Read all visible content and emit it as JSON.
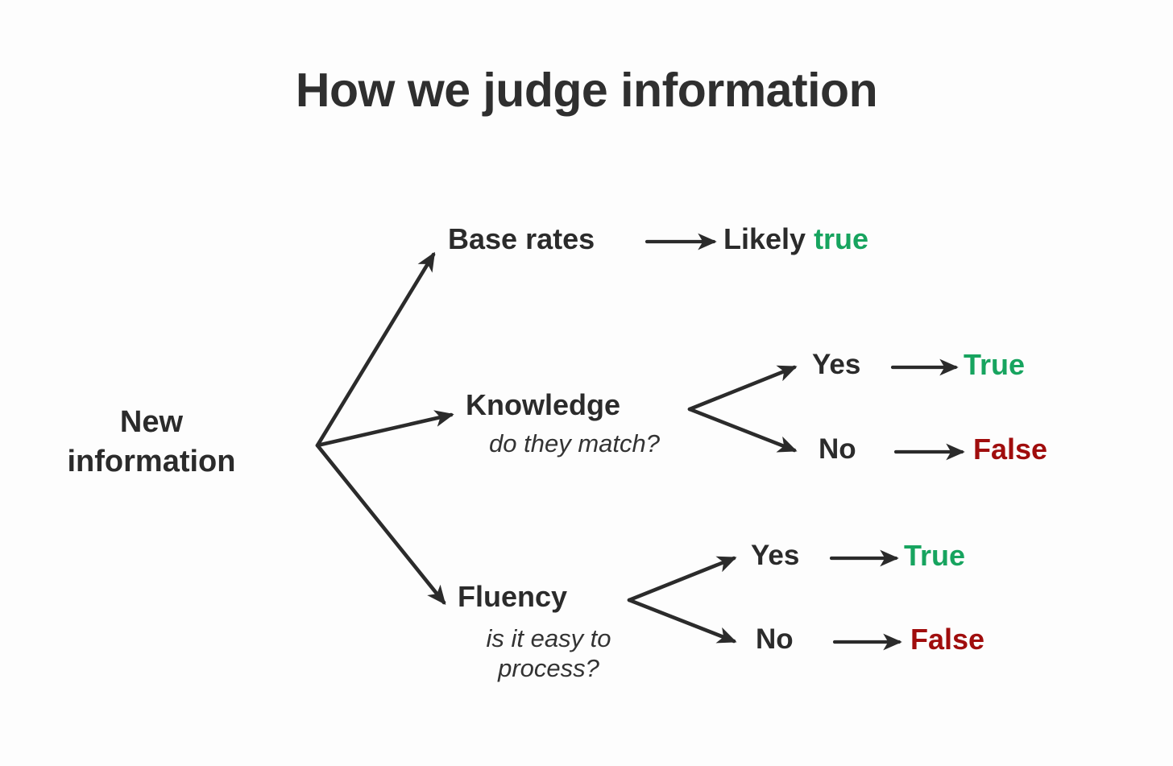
{
  "page": {
    "title": "How we judge information",
    "background_color": "#fdfdfd",
    "text_color": "#2b2b2b",
    "true_color": "#17a45f",
    "false_color": "#a00d0d"
  },
  "diagram": {
    "type": "decision-tree",
    "root": {
      "label_line1": "New",
      "label_line2": "information"
    },
    "branches": [
      {
        "name": "base-rates",
        "label": "Base rates",
        "subtitle": "",
        "outcomes": [
          {
            "name": "likely-true",
            "condition": "",
            "prefix": "Likely ",
            "verdict": "true",
            "verdict_kind": "true"
          }
        ]
      },
      {
        "name": "knowledge",
        "label": "Knowledge",
        "subtitle": "do they match?",
        "outcomes": [
          {
            "name": "knowledge-yes",
            "condition": "Yes",
            "verdict": "True",
            "verdict_kind": "true"
          },
          {
            "name": "knowledge-no",
            "condition": "No",
            "verdict": "False",
            "verdict_kind": "false"
          }
        ]
      },
      {
        "name": "fluency",
        "label": "Fluency",
        "subtitle_line1": "is it easy to",
        "subtitle_line2": "process?",
        "outcomes": [
          {
            "name": "fluency-yes",
            "condition": "Yes",
            "verdict": "True",
            "verdict_kind": "true"
          },
          {
            "name": "fluency-no",
            "condition": "No",
            "verdict": "False",
            "verdict_kind": "false"
          }
        ]
      }
    ]
  }
}
